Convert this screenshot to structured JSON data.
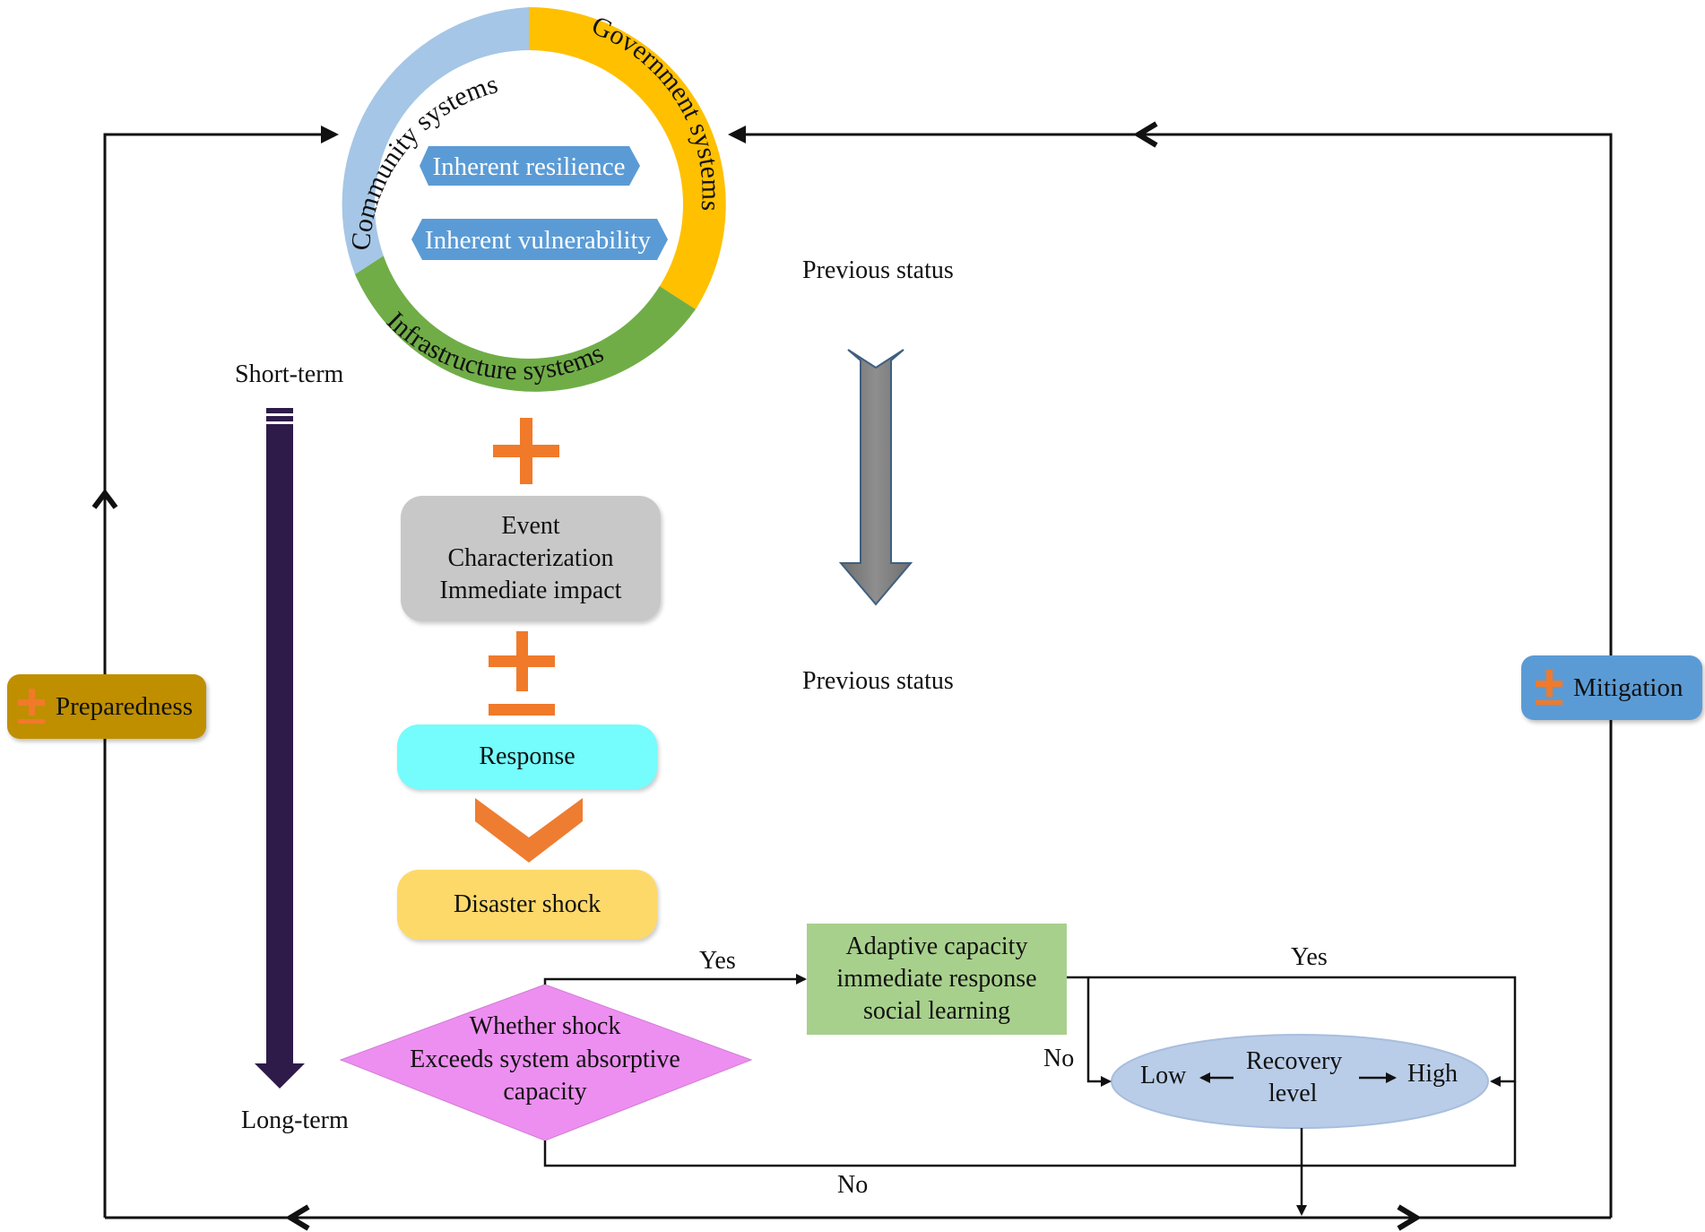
{
  "ring": {
    "segments": {
      "community": "Community systems",
      "government": "Government systems",
      "infrastructure": "Infrastructure systems"
    },
    "inner_tags": [
      "Inherent resilience",
      "Inherent vulnerability"
    ],
    "colors": {
      "community": "#a5c6e6",
      "government": "#ffc000",
      "infrastructure": "#70ad47",
      "tag": "#5b9bd5"
    }
  },
  "timeline": {
    "start": "Short-term",
    "end": "Long-term"
  },
  "status": {
    "top": "Previous status",
    "bottom": "Previous status"
  },
  "flow": {
    "event_box": [
      "Event",
      "Characterization",
      "Immediate impact"
    ],
    "response": "Response",
    "disaster_shock": "Disaster shock",
    "decision": [
      "Whether shock",
      "Exceeds system absorptive",
      "capacity"
    ],
    "adaptive_box": [
      "Adaptive capacity",
      "immediate response",
      "social learning"
    ],
    "recovery": {
      "low": "Low",
      "title": "Recovery",
      "title2": "level",
      "high": "High"
    },
    "labels": {
      "yes_decision": "Yes",
      "yes_adaptive": "Yes",
      "no_adaptive": "No",
      "no_decision": "No"
    }
  },
  "sides": {
    "preparedness": "Preparedness",
    "mitigation": "Mitigation"
  }
}
